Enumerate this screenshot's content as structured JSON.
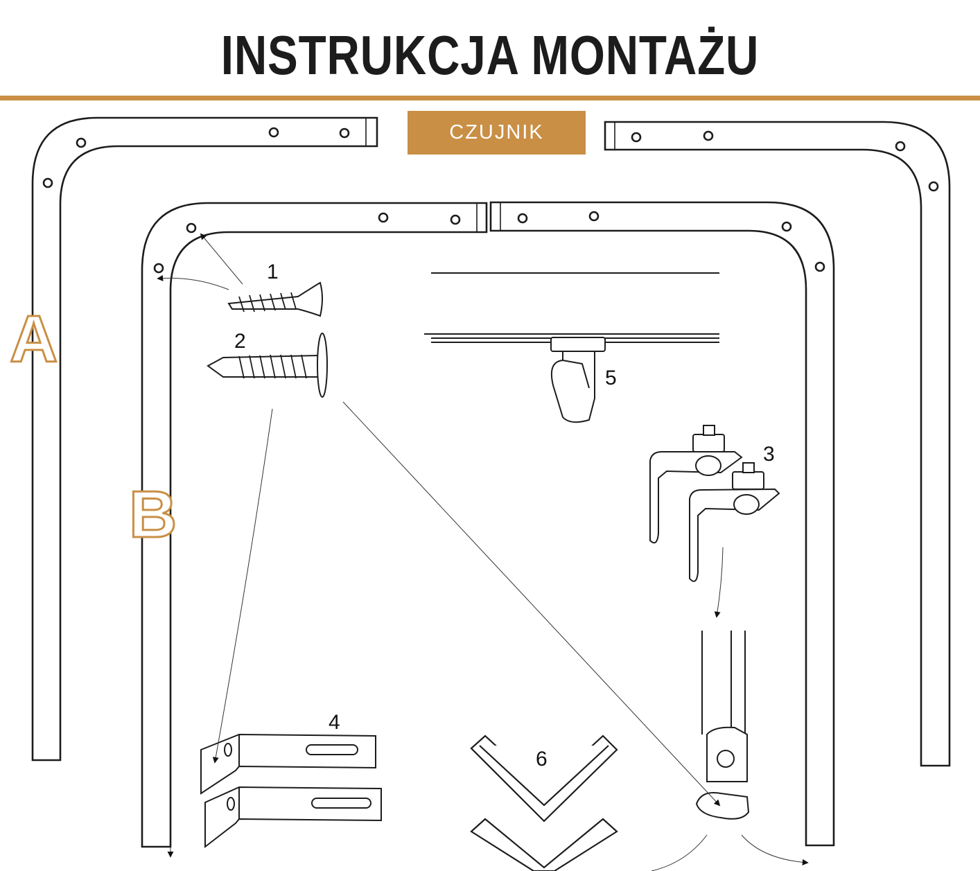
{
  "header": {
    "title": "INSTRUKCJA MONTAŻU"
  },
  "badge": {
    "label": "CZUJNIK"
  },
  "rails": {
    "left_letter": "A",
    "inner_letter": "B"
  },
  "parts": [
    {
      "name": "countersunk-screw",
      "number": "1"
    },
    {
      "name": "self-drilling-screw",
      "number": "2"
    },
    {
      "name": "ceiling-bracket",
      "number": "3"
    },
    {
      "name": "wall-bracket",
      "number": "4"
    },
    {
      "name": "glider-hook",
      "number": "5"
    },
    {
      "name": "corner-connector",
      "number": "6"
    }
  ],
  "colors": {
    "accent": "#C98F45",
    "line": "#1c1c1c",
    "background": "#ffffff"
  }
}
